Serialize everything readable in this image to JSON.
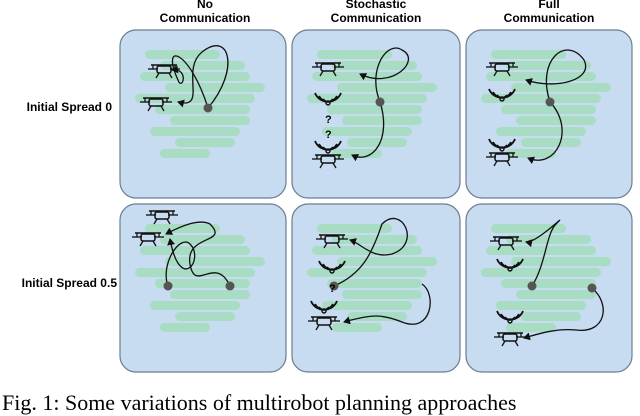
{
  "columns": [
    {
      "line1": "No",
      "line2": "Communication"
    },
    {
      "line1": "Stochastic",
      "line2": "Communication"
    },
    {
      "line1": "Full",
      "line2": "Communication"
    }
  ],
  "rows": [
    {
      "label": "Initial Spread 0"
    },
    {
      "label": "Initial Spread 0.5"
    }
  ],
  "caption": "Fig. 1: Some variations of multirobot planning approaches",
  "uncertain_marker": "?",
  "colors": {
    "panel_fill": "#c7dcf0",
    "panel_stroke": "#6b7d90",
    "region": "#a8dcc3",
    "path": "#111111",
    "start": "#555555"
  },
  "icons": [
    "drone-icon",
    "wifi-signal-icon",
    "start-point-icon",
    "arrow-path-icon"
  ]
}
